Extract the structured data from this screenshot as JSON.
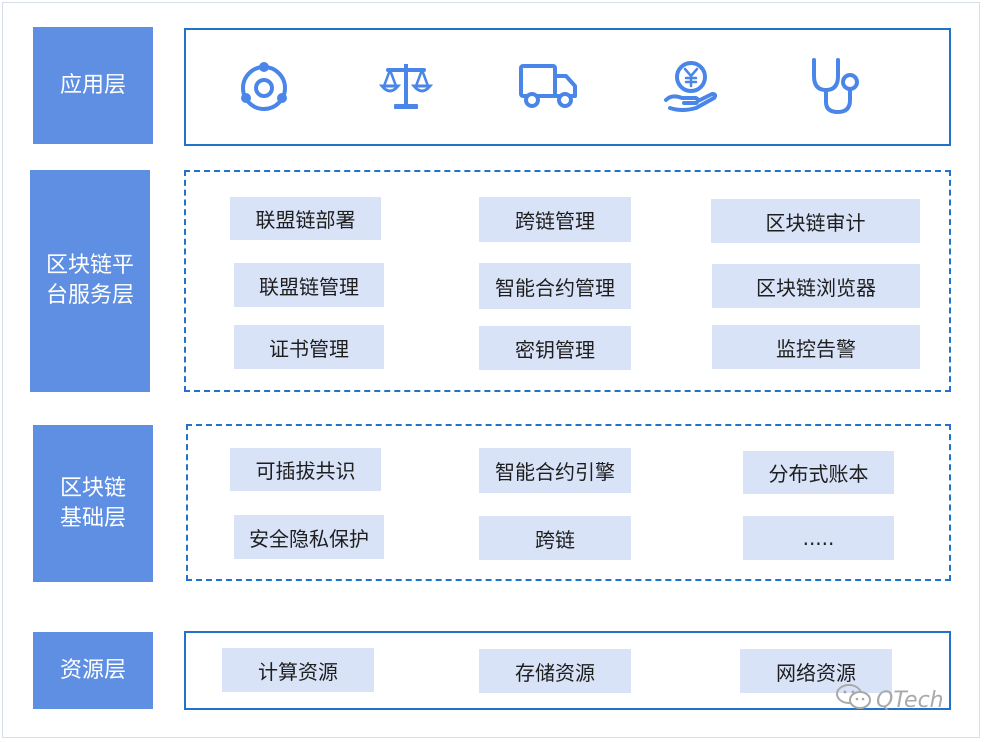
{
  "layers": {
    "app": {
      "label": "应用层"
    },
    "platform": {
      "label": "区块链平台服务层"
    },
    "base": {
      "label": "区块链基础层"
    },
    "resource": {
      "label": "资源层"
    }
  },
  "app_icons": [
    "satellite-orbit-icon",
    "scales-icon",
    "truck-icon",
    "yuan-coin-hand-icon",
    "stethoscope-icon"
  ],
  "platform_modules": [
    "联盟链部署",
    "跨链管理",
    "区块链审计",
    "联盟链管理",
    "智能合约管理",
    "区块链浏览器",
    "证书管理",
    "密钥管理",
    "监控告警"
  ],
  "base_modules": [
    "可插拔共识",
    "智能合约引擎",
    "分布式账本",
    "安全隐私保护",
    "跨链",
    "....."
  ],
  "resource_modules": [
    "计算资源",
    "存储资源",
    "网络资源"
  ],
  "watermark": {
    "text": "QTech"
  },
  "colors": {
    "layer_fill": "#5f8fe2",
    "panel_border": "#1f73c9",
    "module_fill": "#d9e3f8",
    "icon": "#4a86e8"
  }
}
